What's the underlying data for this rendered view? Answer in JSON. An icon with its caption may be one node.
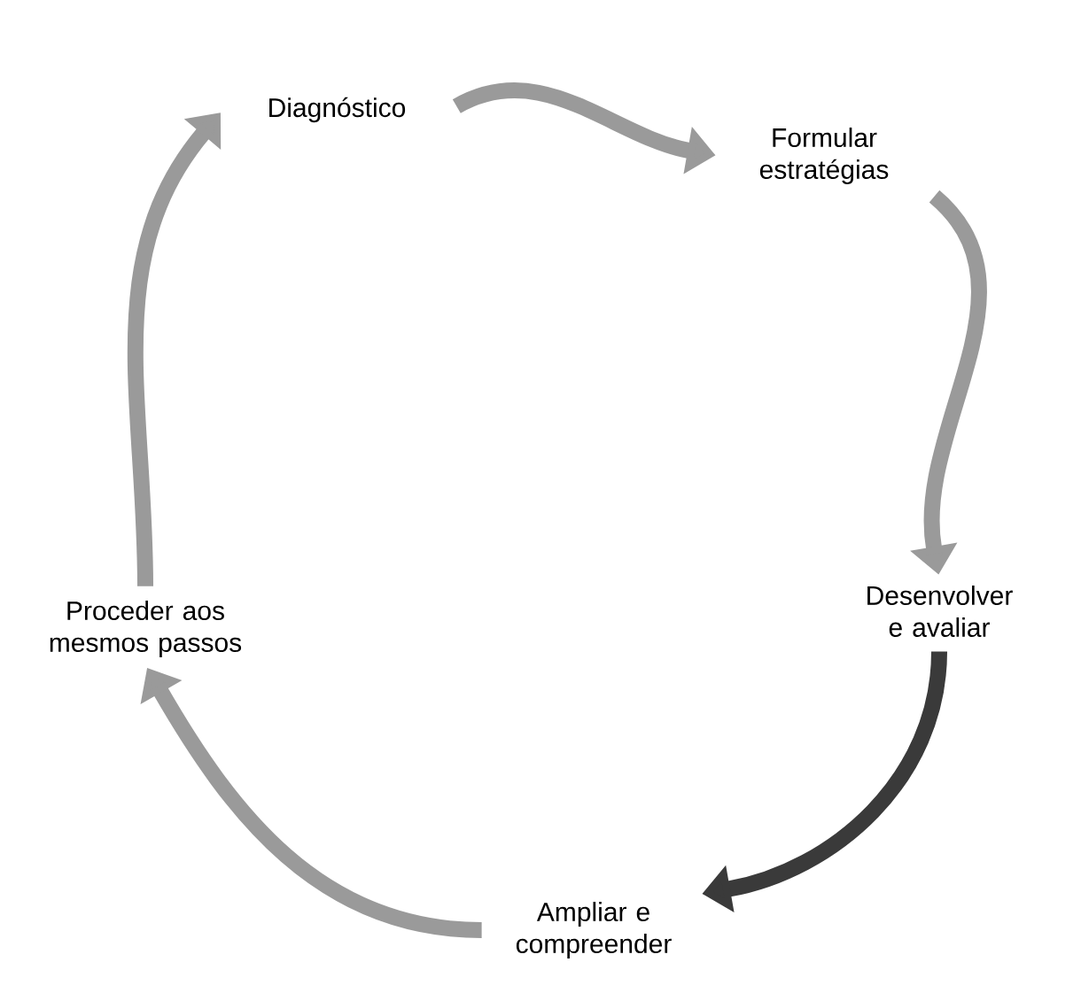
{
  "diagram": {
    "nodes": [
      {
        "text": [
          "Diagnóstico"
        ]
      },
      {
        "text": [
          "Formular estratégias"
        ]
      },
      {
        "text": [
          "Desenvolver e avaliar"
        ]
      },
      {
        "text": [
          "Ampliar e compreender"
        ]
      },
      {
        "text": [
          "Proceder aos mesmos passos"
        ]
      }
    ],
    "edges": [
      {
        "from": 0,
        "to": 1,
        "arrow": "to"
      },
      {
        "from": 1,
        "to": 2,
        "arrow": "to"
      },
      {
        "from": 2,
        "to": 3,
        "arrow": "to",
        "color": "#3a3a3a"
      },
      {
        "from": 3,
        "to": 4,
        "arrow": "to"
      },
      {
        "from": 4,
        "to": 0,
        "arrow": "to"
      }
    ]
  }
}
